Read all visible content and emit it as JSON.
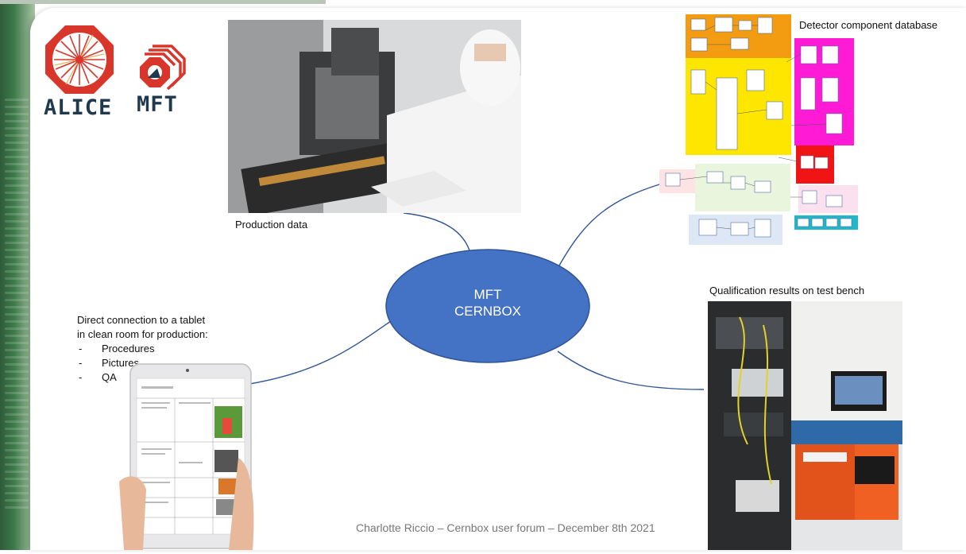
{
  "logos": {
    "alice": "ALICE",
    "mft": "MFT"
  },
  "captions": {
    "production": "Production data",
    "database": "Detector component database",
    "qualification": "Qualification results on test bench",
    "tablet_line1": "Direct connection to a tablet",
    "tablet_line2": "in clean room for production:",
    "tablet_items": [
      "Procedures",
      "Pictures",
      "QA"
    ]
  },
  "center": {
    "line1": "MFT",
    "line2": "CERNBOX",
    "color": "#4472c4"
  },
  "footer": "Charlotte Riccio – Cernbox user forum – December 8th 2021",
  "colors": {
    "alice_red": "#d9362b",
    "mft_dark": "#1f3a4d",
    "connector": "#2f5597"
  }
}
